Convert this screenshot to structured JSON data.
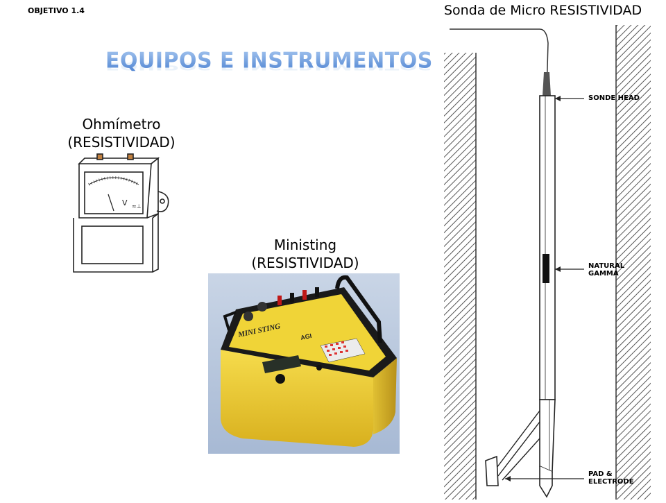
{
  "header": {
    "objective": "OBJETIVO 1.4",
    "title": "EQUIPOS E INSTRUMENTOS"
  },
  "ohmmeter": {
    "caption_line1": "Ohmímetro",
    "caption_line2": "(RESISTIVIDAD)",
    "dial_letter": "V"
  },
  "ministing": {
    "caption_line1": "Ministing",
    "caption_line2": "(RESISTIVIDAD)",
    "brand": "MINI STING",
    "maker": "AGI"
  },
  "sonde": {
    "title": "Sonda de Micro RESISTIVIDAD",
    "labels": {
      "sonde_head": "SONDE HEAD",
      "natural_gamma_1": "NATURAL",
      "natural_gamma_2": "GAMMA",
      "pad_1": "PAD &",
      "pad_2": "ELECTRODE"
    }
  },
  "colors": {
    "title_blue": "#5b8fd8",
    "ministing_yellow": "#f2d23a",
    "photo_background": "#b9c9df"
  }
}
